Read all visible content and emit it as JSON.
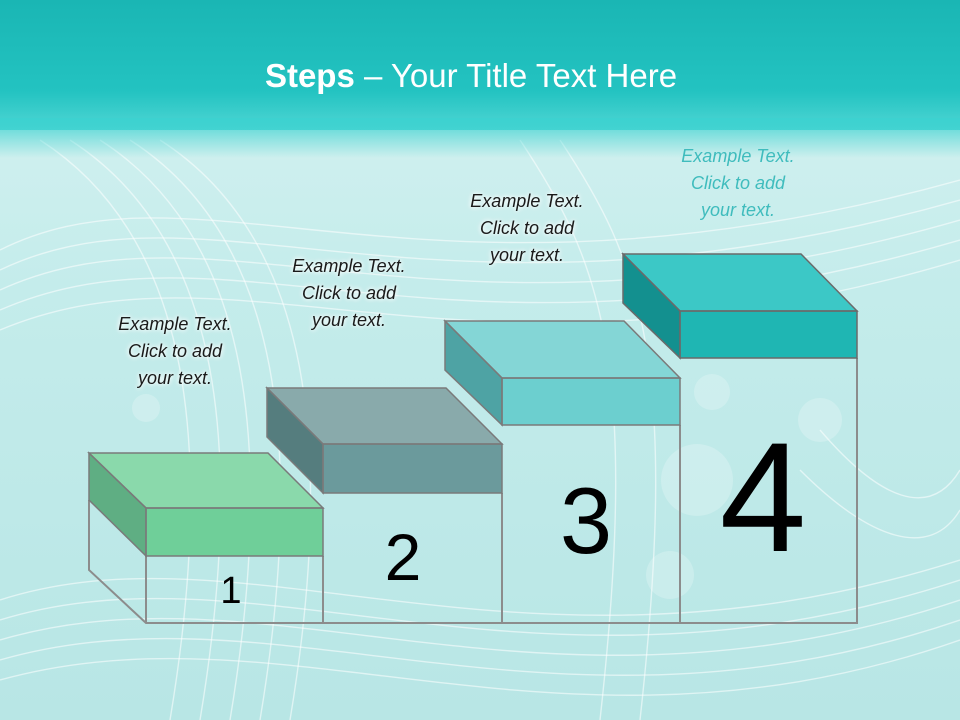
{
  "slide": {
    "title_bold": "Steps",
    "title_rest": " – Your Title Text Here"
  },
  "steps": [
    {
      "number": "1",
      "line1": "Example Text.",
      "line2": "Click  to add",
      "line3": "your text.",
      "color": "#6fcf99"
    },
    {
      "number": "2",
      "line1": "Example Text.",
      "line2": "Click  to add",
      "line3": "your text.",
      "color": "#6b9a9c"
    },
    {
      "number": "3",
      "line1": "Example Text.",
      "line2": "Click  to add",
      "line3": "your text.",
      "color": "#6ccfcf"
    },
    {
      "number": "4",
      "line1": "Example Text.",
      "line2": "Click  to add",
      "line3": "your text.",
      "color": "#1fb6b3"
    }
  ],
  "colors": {
    "header": "#1ab6b4",
    "background": "#c4eceb",
    "outline": "#8a8a8a"
  }
}
